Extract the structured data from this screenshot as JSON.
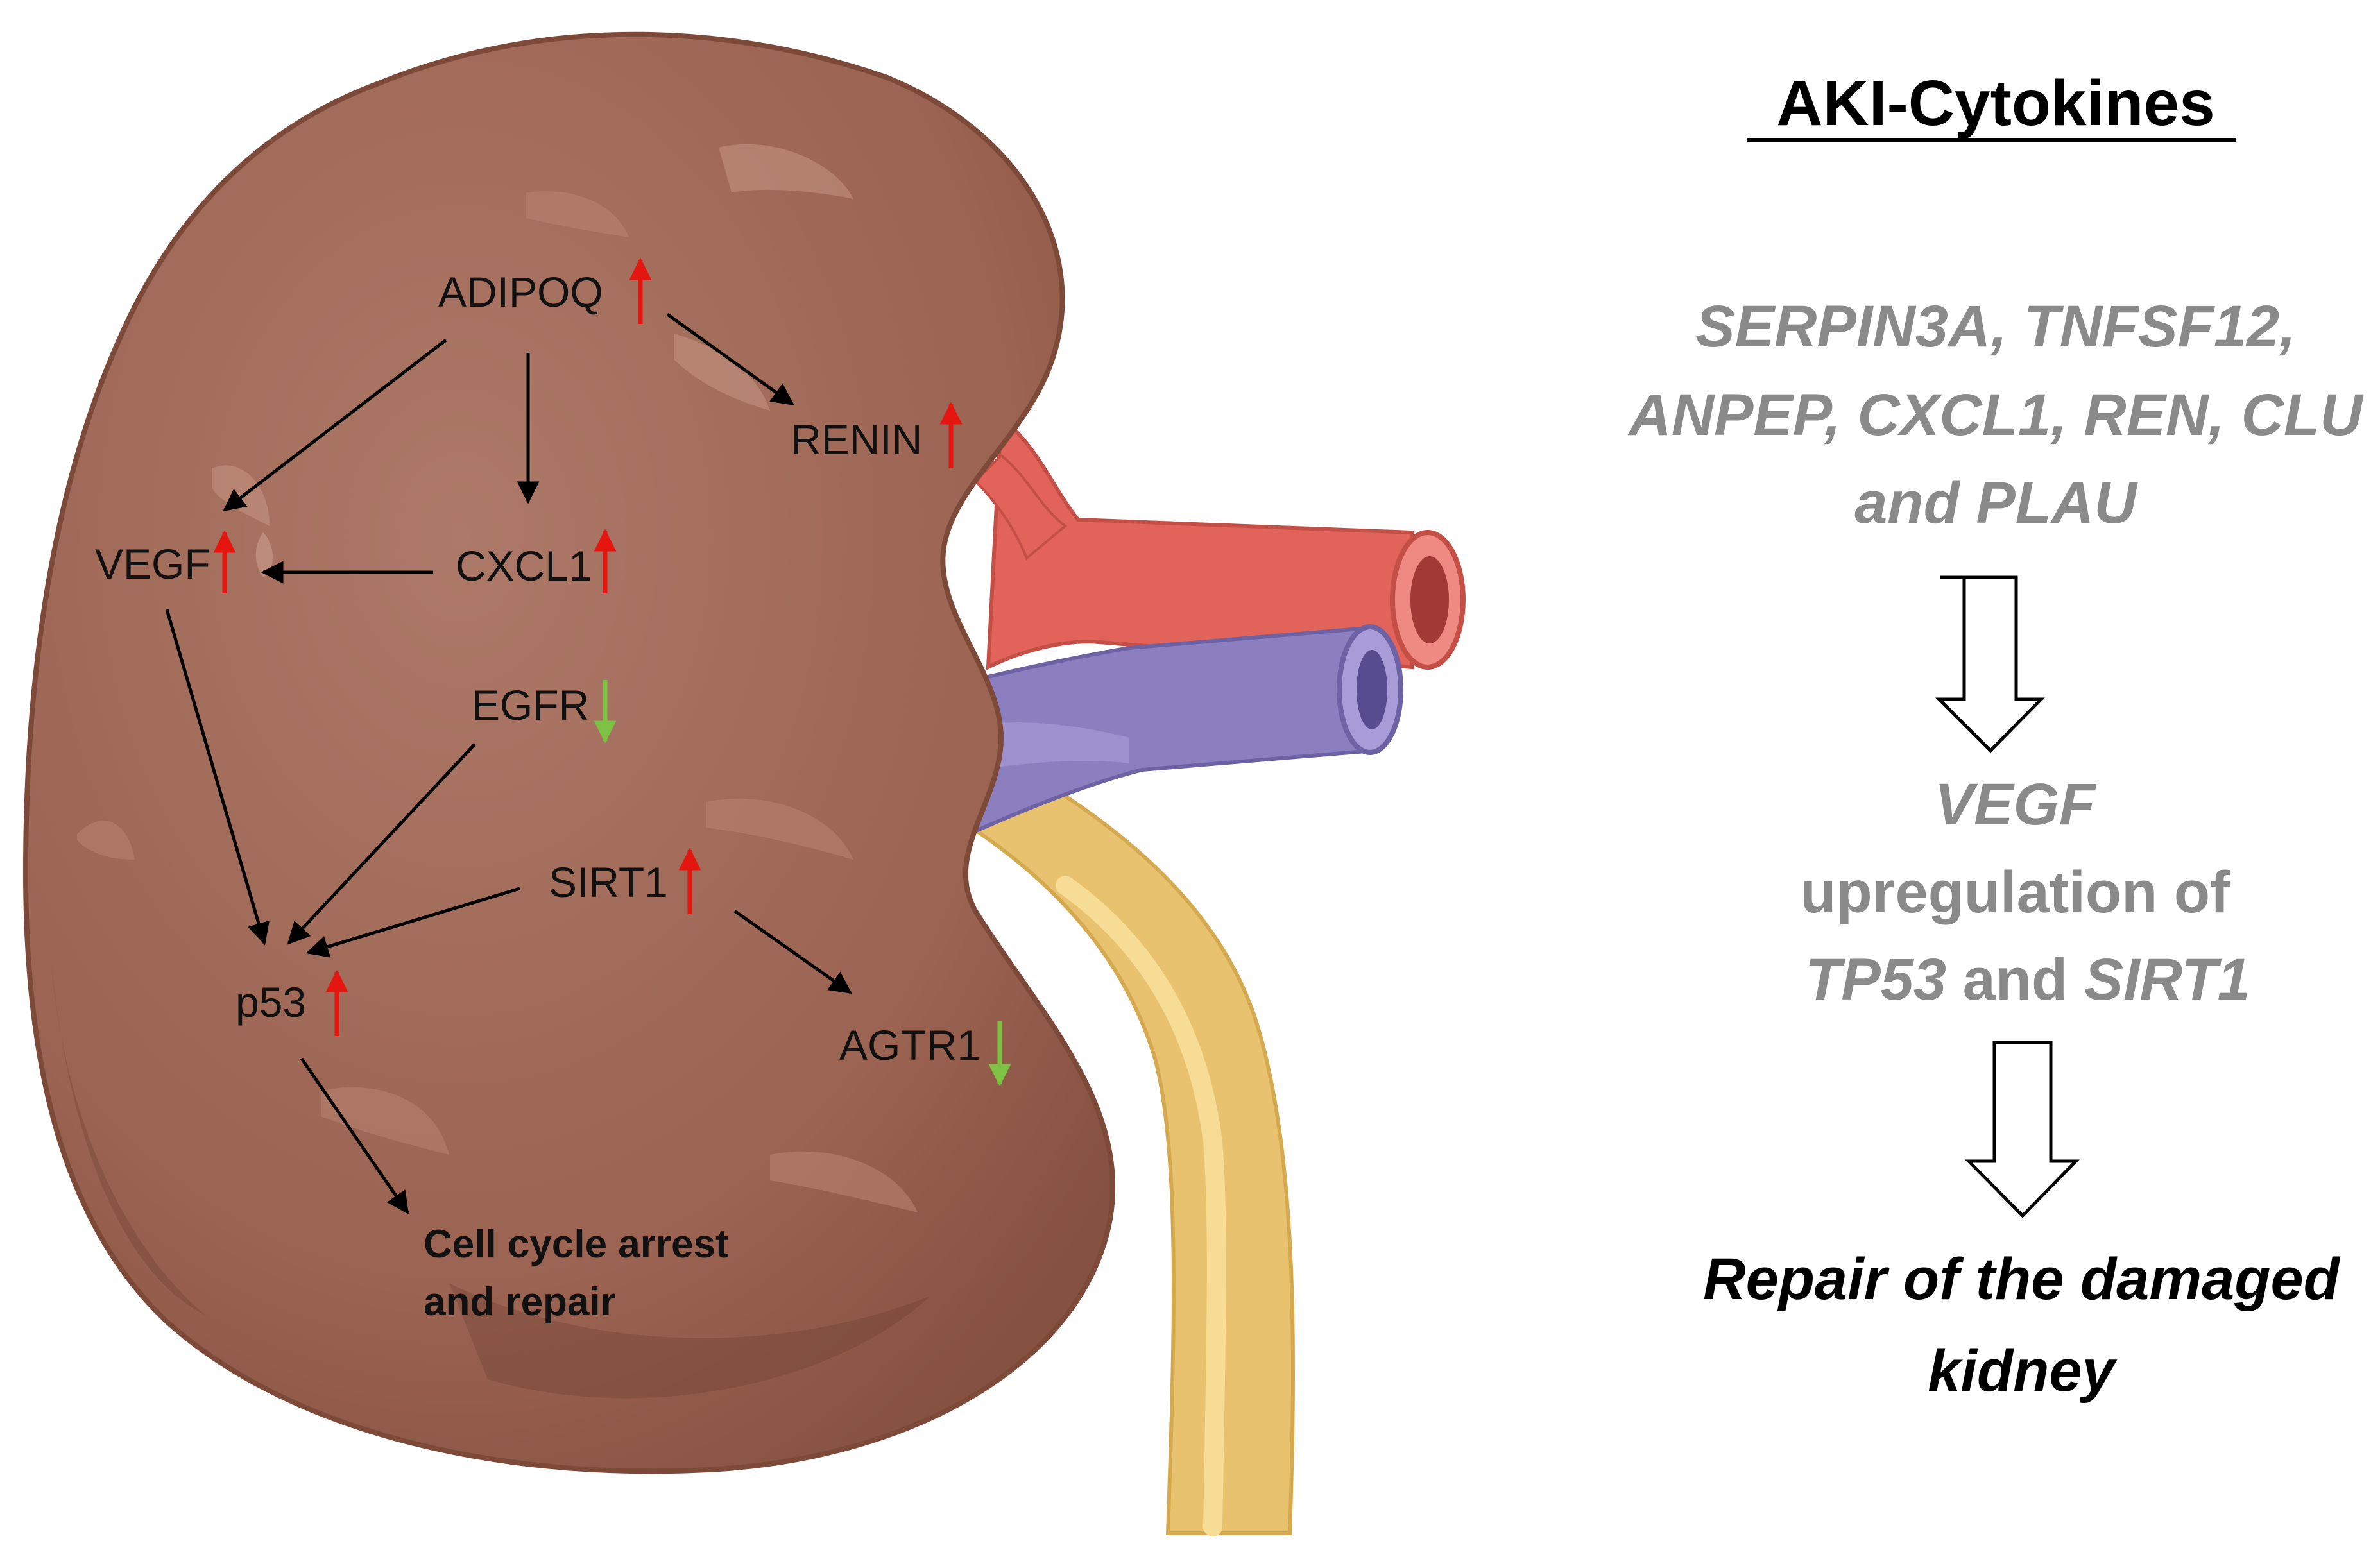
{
  "kidney_diagram": {
    "nodes": {
      "adipoq": {
        "label": "ADIPOQ",
        "direction": "up"
      },
      "renin": {
        "label": "RENIN",
        "direction": "up"
      },
      "vegf": {
        "label": "VEGF",
        "direction": "up"
      },
      "cxcl1": {
        "label": "CXCL1",
        "direction": "up"
      },
      "egfr": {
        "label": "EGFR",
        "direction": "down"
      },
      "sirt1": {
        "label": "SIRT1",
        "direction": "up"
      },
      "p53": {
        "label": "p53",
        "direction": "up"
      },
      "agtr1": {
        "label": "AGTR1",
        "direction": "down"
      }
    },
    "outcome": {
      "line1": "Cell cycle arrest",
      "line2": "and repair"
    },
    "edges": [
      [
        "adipoq",
        "renin"
      ],
      [
        "adipoq",
        "vegf"
      ],
      [
        "adipoq",
        "cxcl1"
      ],
      [
        "cxcl1",
        "vegf"
      ],
      [
        "vegf",
        "p53"
      ],
      [
        "egfr",
        "p53"
      ],
      [
        "sirt1",
        "p53"
      ],
      [
        "sirt1",
        "agtr1"
      ],
      [
        "p53",
        "outcome"
      ]
    ],
    "colors": {
      "up": "#e5150f",
      "down": "#7dc242",
      "kidney": "#9c6552",
      "artery": "#e2635a",
      "vein": "#8b7fc0",
      "ureter": "#e8c26e"
    }
  },
  "summary_panel": {
    "title": "AKI-Cytokines",
    "cytokines_line1": "SERPIN3A, TNFSF12,",
    "cytokines_line2": "ANPEP, CXCL1, REN, CLU",
    "cytokines_line3": "and PLAU",
    "vegf": "VEGF",
    "upregulation_line1": "upregulation of",
    "tp53": "TP53",
    "and": "and",
    "sirt1": "SIRT1",
    "repair_line1": "Repair of the damaged",
    "repair_line2": "kidney"
  }
}
